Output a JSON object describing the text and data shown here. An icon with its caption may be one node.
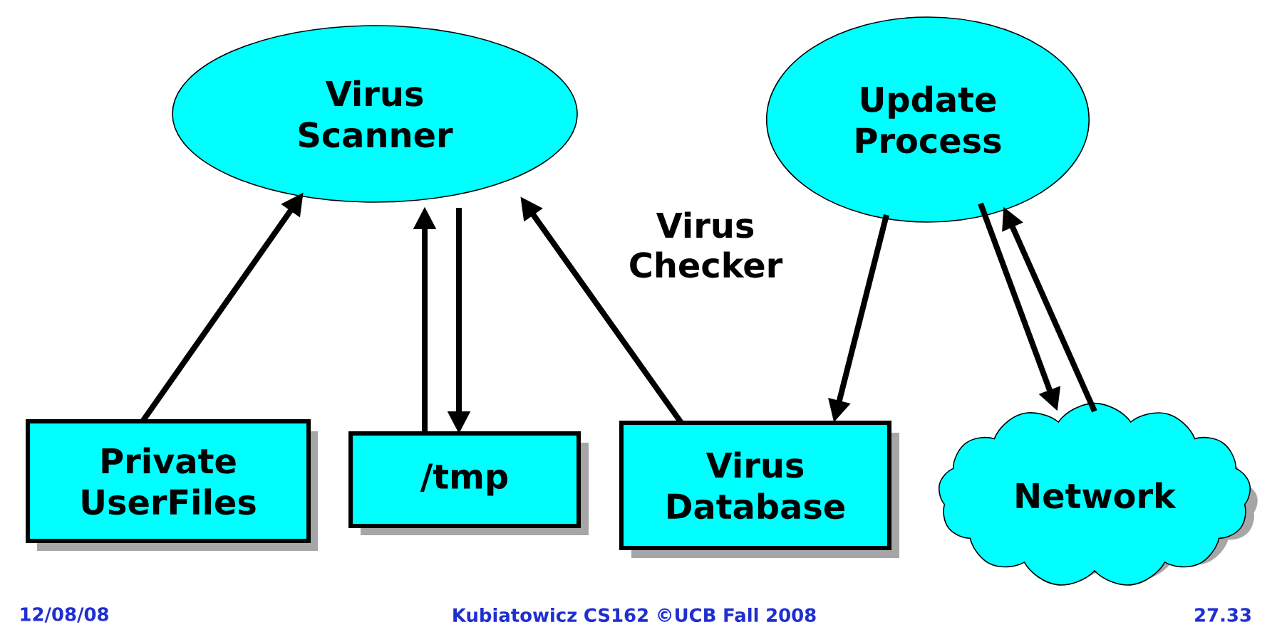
{
  "diagram": {
    "nodes": [
      {
        "text": [
          "Virus Scanner"
        ]
      },
      {
        "text": [
          "Update Process"
        ]
      },
      {
        "text": [
          "Private UserFiles"
        ]
      },
      {
        "text": [
          "/tmp"
        ]
      },
      {
        "text": [
          "Virus Database"
        ]
      },
      {
        "text": [
          "Network"
        ]
      }
    ],
    "edges": [
      {
        "from": 2,
        "to": 0,
        "arrow": "to"
      },
      {
        "from": 3,
        "to": 0,
        "arrow": "to"
      },
      {
        "from": 0,
        "to": 3,
        "arrow": "to"
      },
      {
        "from": 4,
        "to": 0,
        "arrow": "to"
      },
      {
        "from": 1,
        "to": 4,
        "arrow": "to"
      },
      {
        "from": 1,
        "to": 5,
        "arrow": "to"
      },
      {
        "from": 5,
        "to": 1,
        "arrow": "to"
      }
    ],
    "labels": [
      "Virus Checker",
      "12/08/08",
      "Kubiatowicz CS162 ©UCB Fall 2008",
      "27.33"
    ]
  }
}
